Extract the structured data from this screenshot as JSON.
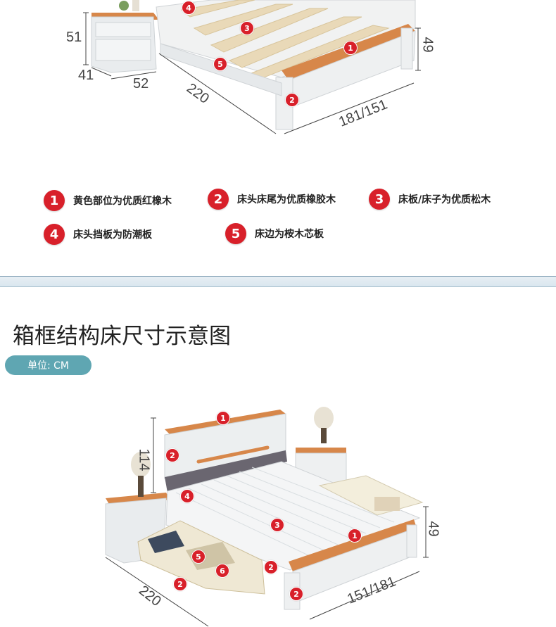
{
  "top_diagram": {
    "dims": {
      "nightstand_height": "51",
      "nightstand_depth": "41",
      "nightstand_width": "52",
      "bed_length": "220",
      "bed_width": "181/151",
      "bed_height": "49"
    },
    "markers": [
      "4",
      "3",
      "1",
      "5",
      "2"
    ]
  },
  "legend": [
    {
      "num": "1",
      "text": "黄色部位为优质红橡木"
    },
    {
      "num": "2",
      "text": "床头床尾为优质橡胶木"
    },
    {
      "num": "3",
      "text": "床板/床子为优质松木"
    },
    {
      "num": "4",
      "text": "床头挡板为防潮板"
    },
    {
      "num": "5",
      "text": "床边为桉木芯板"
    }
  ],
  "section": {
    "title": "箱框结构床尺寸示意图",
    "unit": "单位: CM"
  },
  "bottom_diagram": {
    "dims": {
      "headboard_height": "114",
      "bed_height": "49",
      "bed_length": "220",
      "bed_width": "151/181"
    },
    "markers": [
      "1",
      "2",
      "4",
      "3",
      "1",
      "5",
      "6",
      "2",
      "2",
      "2"
    ]
  },
  "colors": {
    "accent_red": "#d8202a",
    "oak": "#d7874a",
    "white_wood": "#eef0f1",
    "pill": "#5fa6b2"
  }
}
